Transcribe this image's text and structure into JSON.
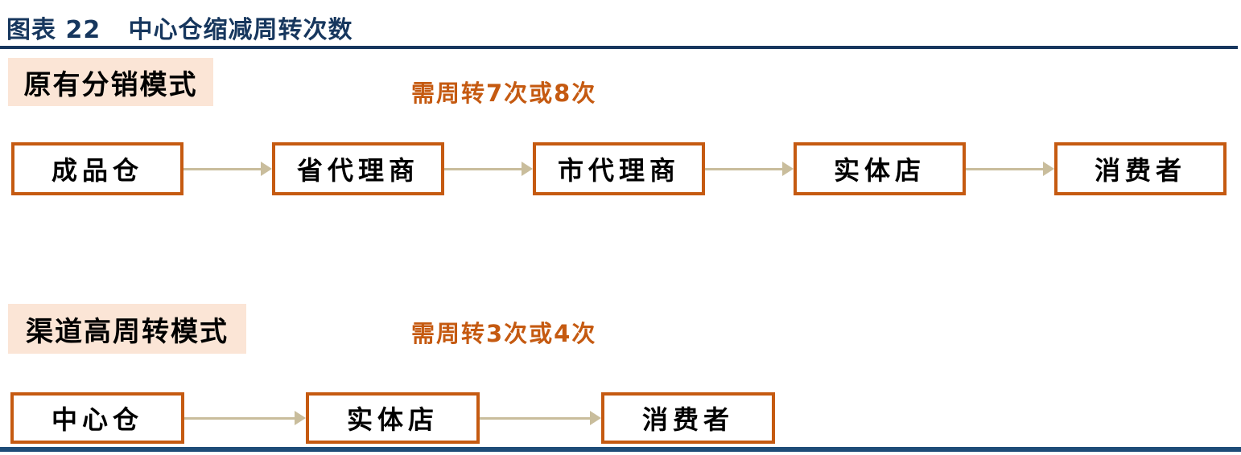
{
  "title": "图表 22   中心仓缩减周转次数",
  "colors": {
    "title_navy": "#17375E",
    "bottom_line_navy": "#1E4C78",
    "box_border_orange": "#C55A11",
    "annotation_orange": "#C55A11",
    "mode_label_peach": "#FBE5D6",
    "arrow_tan": "#C9BD9C"
  },
  "flows": [
    {
      "mode_label": "原有分销模式",
      "annotation": "需周转7次或8次",
      "nodes": [
        "成品仓",
        "省代理商",
        "市代理商",
        "实体店",
        "消费者"
      ]
    },
    {
      "mode_label": "渠道高周转模式",
      "annotation": "需周转3次或4次",
      "nodes": [
        "中心仓",
        "实体店",
        "消费者"
      ]
    }
  ]
}
